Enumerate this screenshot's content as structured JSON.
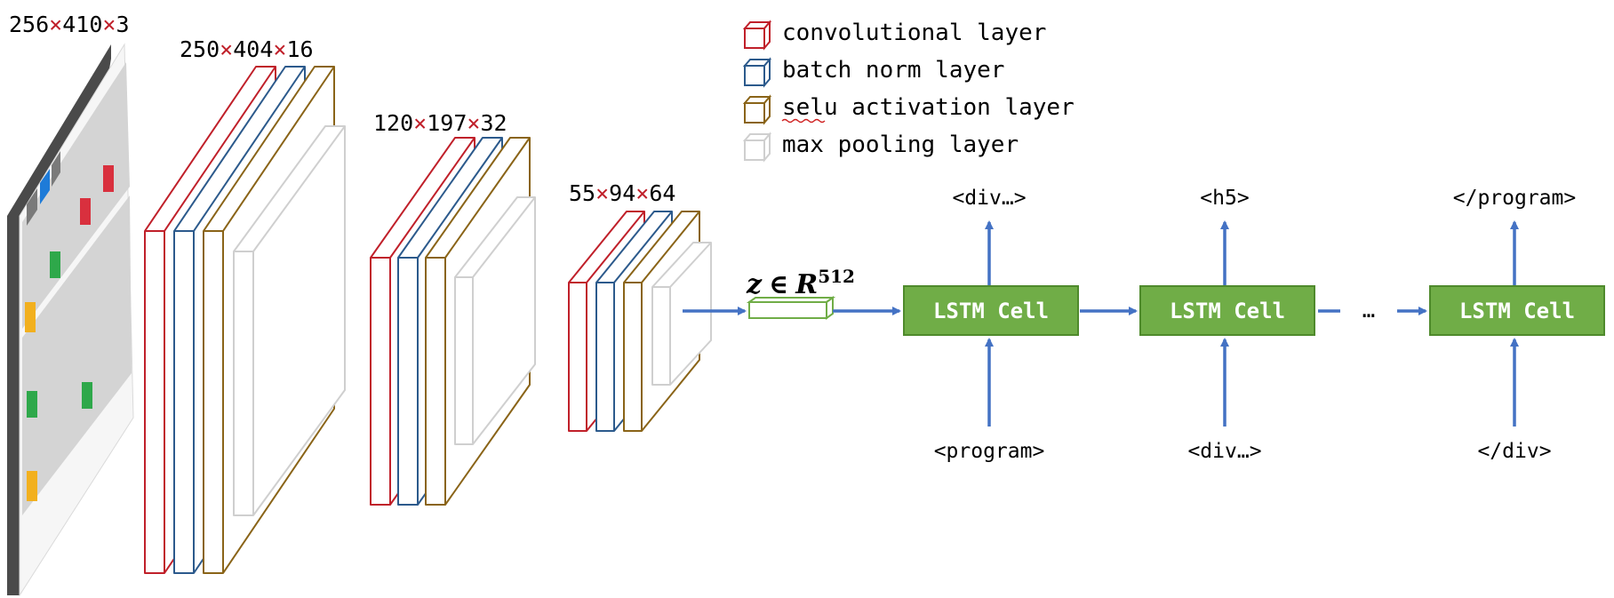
{
  "dimensions": {
    "input": [
      "256",
      "410",
      "3"
    ],
    "block1": [
      "250",
      "404",
      "16"
    ],
    "block2": [
      "120",
      "197",
      "32"
    ],
    "block3": [
      "55",
      "94",
      "64"
    ]
  },
  "times_symbol": "×",
  "legend": [
    {
      "label": "convolutional layer",
      "color": "#c0202a"
    },
    {
      "label": "batch norm layer",
      "color": "#2c5a8c"
    },
    {
      "label": "selu activation layer",
      "color": "#8a6418"
    },
    {
      "label": "max pooling layer",
      "color": "#cfcfcf"
    }
  ],
  "latent": {
    "symbol": "z",
    "member": "∈",
    "space": "R",
    "exponent": "512"
  },
  "lstm": {
    "cell_label": "LSTM Cell",
    "ellipsis": "…",
    "cells": [
      {
        "input": "<program>",
        "output": "<div…>"
      },
      {
        "input": "<div…>",
        "output": "<h5>"
      },
      {
        "input": "</div>",
        "output": "</program>"
      }
    ]
  },
  "colors": {
    "conv": "#c0202a",
    "batch_norm": "#2c5a8c",
    "selu": "#8a6418",
    "max_pool": "#cfcfcf",
    "lstm_fill": "#70ad47",
    "lstm_border": "#4f8a2c",
    "arrow": "#4472c4",
    "times_sign": "#c0202a"
  }
}
